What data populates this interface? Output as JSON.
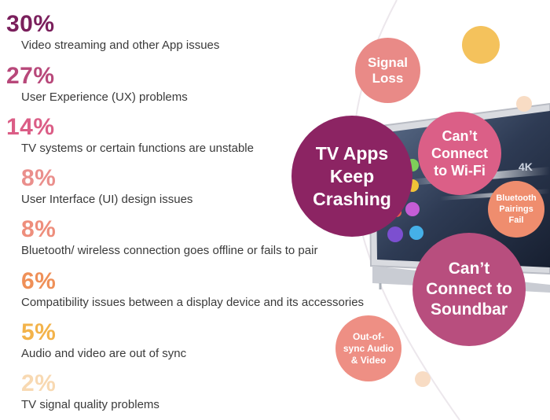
{
  "colors": {
    "s30": "#7a1f5c",
    "s27": "#b8487a",
    "s14": "#db5d86",
    "s8a": "#ea8f8c",
    "s8b": "#ee8e7c",
    "s6": "#ef9058",
    "s5": "#f3b34a",
    "s2": "#f8d9b2"
  },
  "stats": [
    {
      "percent": "30%",
      "label": "Video streaming and other App issues"
    },
    {
      "percent": "27%",
      "label": "User Experience (UX) problems"
    },
    {
      "percent": "14%",
      "label": "TV systems or certain functions are unstable"
    },
    {
      "percent": "8%",
      "label": "User Interface (UI) design issues"
    },
    {
      "percent": "8%",
      "label": "Bluetooth/ wireless connection goes offline or fails to pair"
    },
    {
      "percent": "6%",
      "label": "Compatibility issues between a display device and its accessories"
    },
    {
      "percent": "5%",
      "label": "Audio and video are out of sync"
    },
    {
      "percent": "2%",
      "label": "TV signal quality problems"
    }
  ],
  "bubbles": {
    "signal_loss": "Signal Loss",
    "wifi": "Can’t Connect to Wi-Fi",
    "apps": "TV Apps Keep Crashing",
    "bluetooth": "Bluetooth Pairings Fail",
    "soundbar": "Can’t Connect to Soundbar",
    "sync": "Out-of-sync Audio & Video"
  },
  "tv": {
    "badge": "4K"
  }
}
